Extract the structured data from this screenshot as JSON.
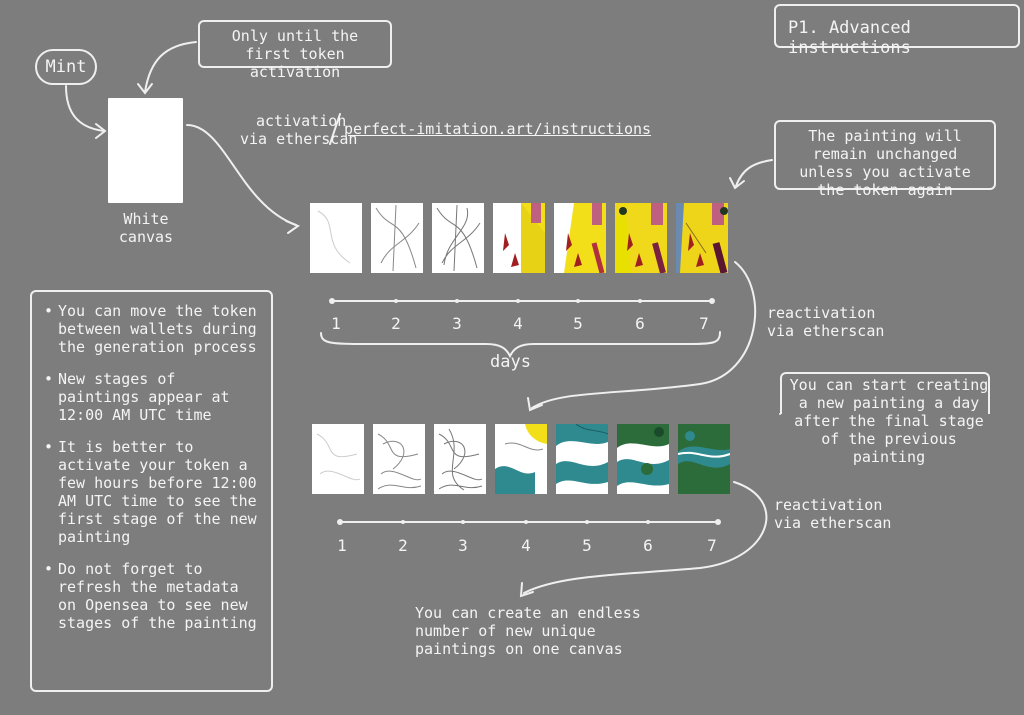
{
  "title": "P1. Advanced instructions",
  "mint": "Mint",
  "note_top": "Only until the first token activation",
  "canvas_label": "White canvas",
  "activation": {
    "line1": "activation",
    "line2": "via etherscan",
    "link": "perfect-imitation.art/instructions"
  },
  "note_right": "The painting will remain unchanged unless you activate the token again",
  "timeline1": {
    "ticks": [
      "1",
      "2",
      "3",
      "4",
      "5",
      "6",
      "7"
    ],
    "label": "days"
  },
  "timeline2": {
    "ticks": [
      "1",
      "2",
      "3",
      "4",
      "5",
      "6",
      "7"
    ]
  },
  "reactivation1": {
    "line1": "reactivation",
    "line2": "via etherscan"
  },
  "reactivation2": {
    "line1": "reactivation",
    "line2": "via etherscan"
  },
  "note_start": "You can start creating a new painting a day after the final stage of the previous painting",
  "tips": [
    "You can move the token between wallets during the generation process",
    "New stages of paintings appear at 12:00 AM UTC time",
    "It is better to activate your token a few hours before 12:00 AM UTC time to see the first stage of the new painting",
    "Do not forget to refresh the metadata on Opensea to see new stages of the painting"
  ],
  "endless": "You can create an endless number of new unique paintings on one canvas",
  "colors": {
    "background": "#7d7d7d",
    "chalk": "#f4f4f4",
    "yellow": "#f2df1a",
    "teal": "#2f8a8f",
    "green": "#2c6b3a"
  }
}
